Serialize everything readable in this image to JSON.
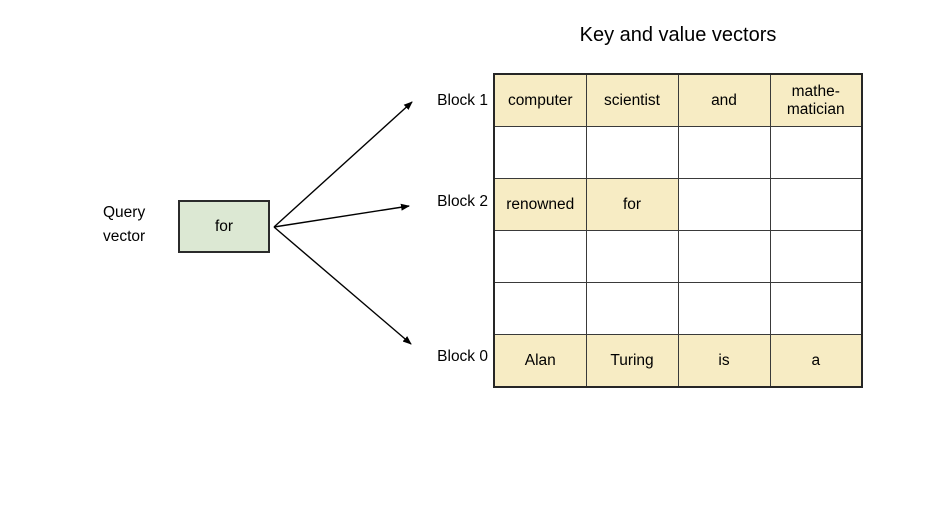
{
  "title": "Key and value vectors",
  "query_vector": {
    "label": "Query\nvector",
    "token": "for"
  },
  "block_labels": [
    {
      "label": "Block 1"
    },
    {
      "label": "Block 2"
    },
    {
      "label": "Block 0"
    }
  ],
  "kv_table": {
    "rows": [
      {
        "cells": [
          "computer",
          "scientist",
          "and",
          "mathe-\nmatician"
        ],
        "highlighted_cells": 4
      },
      {
        "cells": [
          "",
          "",
          "",
          ""
        ],
        "highlighted_cells": 0
      },
      {
        "cells": [
          "renowned",
          "for",
          "",
          ""
        ],
        "highlighted_cells": 2
      },
      {
        "cells": [
          "",
          "",
          "",
          ""
        ],
        "highlighted_cells": 0
      },
      {
        "cells": [
          "",
          "",
          "",
          ""
        ],
        "highlighted_cells": 0
      },
      {
        "cells": [
          "Alan",
          "Turing",
          "is",
          "a"
        ],
        "highlighted_cells": 4
      }
    ]
  },
  "colors": {
    "highlight_fill": "#f7ecc4",
    "query_box_fill": "#dce8d3",
    "grid_border": "#333333",
    "text": "#000000",
    "background": "#ffffff"
  }
}
